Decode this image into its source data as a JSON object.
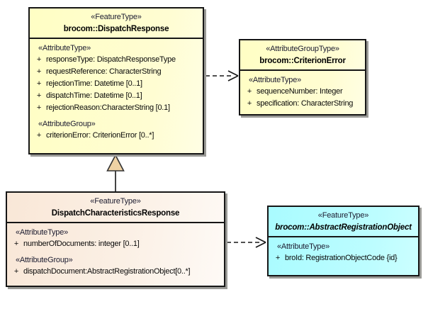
{
  "diagram_title": "",
  "colors": {
    "class_fill_yellow": "#FFFEC8",
    "class_fill_peach": "#F9E7D7",
    "class_fill_cyan": "#AEFBFF",
    "generalization_triangle_fill": "#EFD2A4",
    "box_border": "#161616",
    "box_shadow": "#9A9A96",
    "stereotype_text": "#1C1C30",
    "background": "#FFFFFF"
  },
  "boxes": {
    "dispatchResponse": {
      "stereotype": "«FeatureType»",
      "name": "brocom::DispatchResponse",
      "attrHeading": "«AttributeType»",
      "attrs": [
        {
          "vis": "+",
          "text": "responseType: DispatchResponseType"
        },
        {
          "vis": "+",
          "text": "requestReference: CharacterString"
        },
        {
          "vis": "+",
          "text": "rejectionTime: Datetime [0..1]"
        },
        {
          "vis": "+",
          "text": "dispatchTime: Datetime [0..1]"
        },
        {
          "vis": "+",
          "text": "rejectionReason:CharacterString [0.1]"
        }
      ],
      "groupHeading": "«AttributeGroup»",
      "groupAttrs": [
        {
          "vis": "+",
          "text": "criterionError: CriterionError [0..*]"
        }
      ]
    },
    "criterionError": {
      "stereotype": "«AttributeGroupType»",
      "name": "brocom::CriterionError",
      "attrHeading": "«AttributeType»",
      "attrs": [
        {
          "vis": "+",
          "text": "sequenceNumber: Integer"
        },
        {
          "vis": "+",
          "text": "specification: CharacterString"
        }
      ]
    },
    "dispatchCharacteristicsResponse": {
      "stereotype": "«FeatureType»",
      "name": "DispatchCharacteristicsResponse",
      "attrHeading": "«AttributeType»",
      "attrs": [
        {
          "vis": "+",
          "text": "numberOfDocuments: integer [0..1]"
        }
      ],
      "groupHeading": "«AttributeGroup»",
      "groupAttrs": [
        {
          "vis": "+",
          "text": "dispatchDocument:AbstractRegistrationObject[0..*]"
        }
      ]
    },
    "abstractRegistrationObject": {
      "stereotype": "«FeatureType»",
      "name": "brocom::AbstractRegistrationObject",
      "attrHeading": "«AttributeType»",
      "attrs": [
        {
          "vis": "+",
          "text": "broId: RegistrationObjectCode {id}"
        }
      ]
    }
  },
  "relationships": [
    {
      "type": "generalization",
      "from": "DispatchCharacteristicsResponse",
      "to": "brocom::DispatchResponse"
    },
    {
      "type": "dependency",
      "from": "brocom::DispatchResponse",
      "to": "brocom::CriterionError"
    },
    {
      "type": "dependency",
      "from": "DispatchCharacteristicsResponse",
      "to": "brocom::AbstractRegistrationObject"
    }
  ]
}
